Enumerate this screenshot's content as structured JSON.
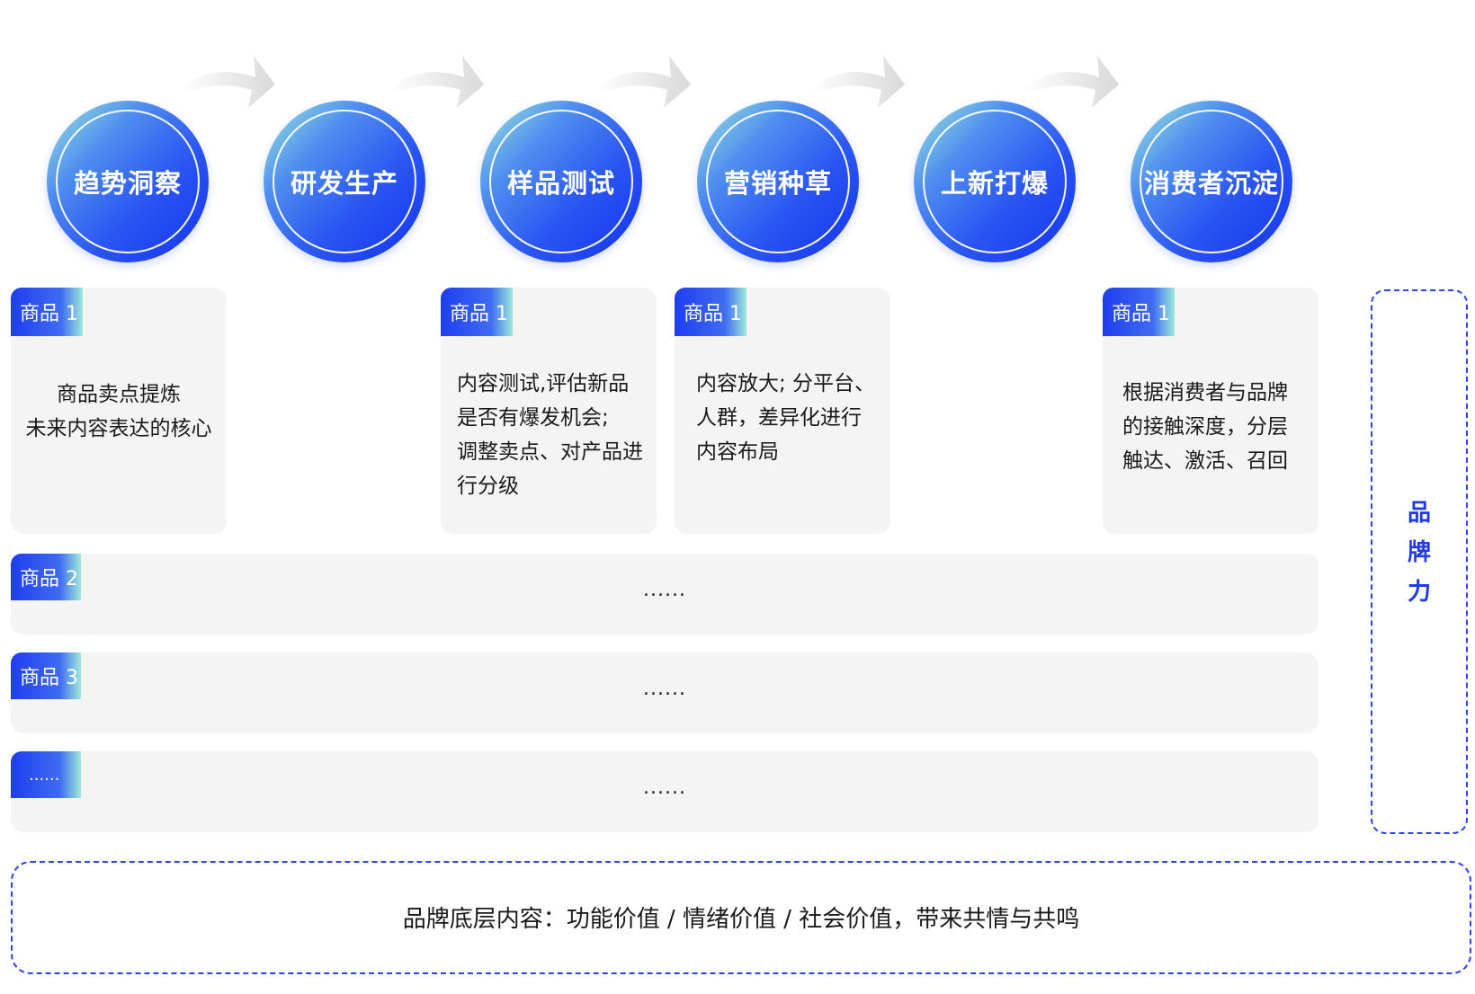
{
  "stages": [
    {
      "label": "趋势洞察"
    },
    {
      "label": "研发生产"
    },
    {
      "label": "样品测试"
    },
    {
      "label": "营销种草"
    },
    {
      "label": "上新打爆"
    },
    {
      "label": "消费者沉淀"
    }
  ],
  "product1_cards": [
    {
      "tag": "商品 1",
      "lines": [
        "商品卖点提炼",
        "未来内容表达的核心"
      ]
    },
    {
      "tag": "商品 1",
      "lines": [
        "内容测试,评估新品",
        "是否有爆发机会;",
        "调整卖点、对产品进",
        "行分级"
      ]
    },
    {
      "tag": "商品 1",
      "lines": [
        "内容放大; 分平台、",
        "人群，差异化进行",
        "内容布局"
      ]
    },
    {
      "tag": "商品 1",
      "lines": [
        "根据消费者与品牌",
        "的接触深度，分层",
        "触达、激活、召回"
      ]
    }
  ],
  "product_rows": [
    {
      "tag": "商品 2",
      "content": "......"
    },
    {
      "tag": "商品 3",
      "content": "......"
    },
    {
      "tag": "......",
      "content": "......"
    }
  ],
  "brand_power": {
    "chars": [
      "品",
      "牌",
      "力"
    ]
  },
  "foundation": {
    "text": "品牌底层内容：功能价值 / 情绪价值 / 社会价值，带来共情与共鸣"
  },
  "colors": {
    "accent": "#1f3ae6",
    "gradient_start": "#9ee9dc",
    "gradient_end": "#1433f2",
    "card_bg": "#f4f4f4"
  }
}
